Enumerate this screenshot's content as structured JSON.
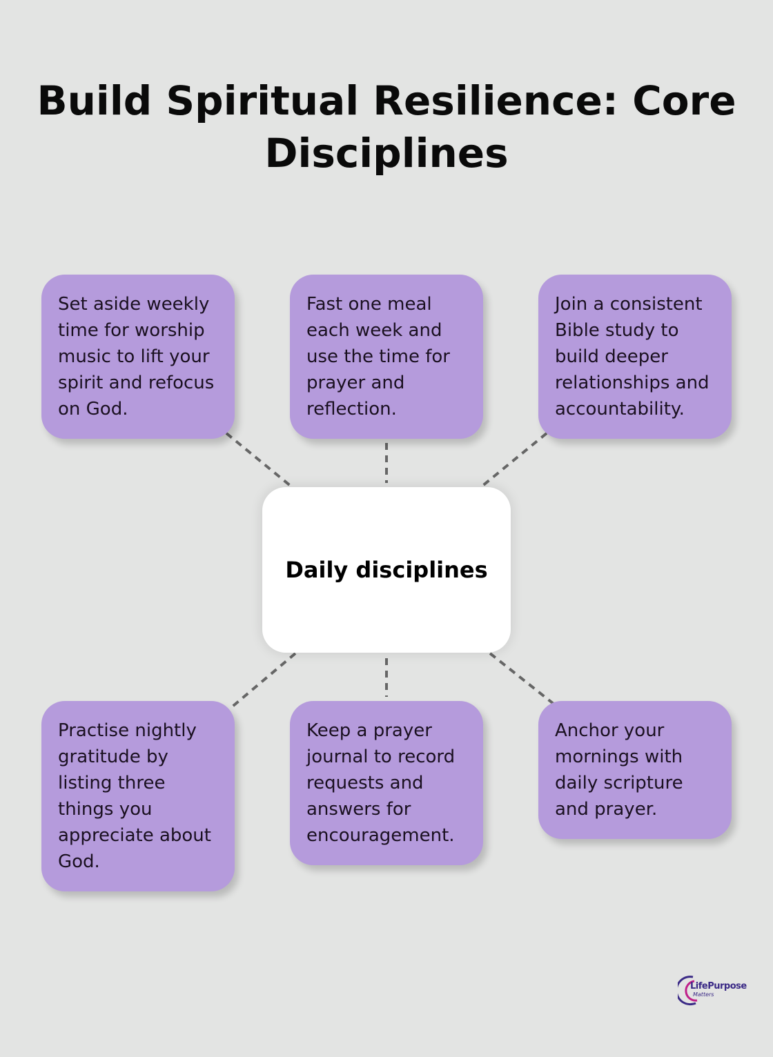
{
  "title": "Build Spiritual Resilience: Core Disciplines",
  "center": {
    "label": "Daily disciplines"
  },
  "top_cards": [
    {
      "text": "Set aside weekly time for worship music to lift your spirit and refocus on God."
    },
    {
      "text": "Fast one meal each week and use the time for prayer and reflection."
    },
    {
      "text": "Join a consistent Bible study to build deeper relationships and accountability."
    }
  ],
  "bottom_cards": [
    {
      "text": "Practise nightly gratitude by listing three things you appreciate about God."
    },
    {
      "text": "Keep a prayer journal to record requests and answers for encouragement."
    },
    {
      "text": "Anchor your mornings with daily scripture and prayer."
    }
  ],
  "logo": {
    "name": "LifePurpose",
    "sub": "Matters"
  },
  "colors": {
    "card": "#b59bdc",
    "background": "#e3e4e3",
    "center": "#ffffff",
    "connector": "#666666"
  }
}
